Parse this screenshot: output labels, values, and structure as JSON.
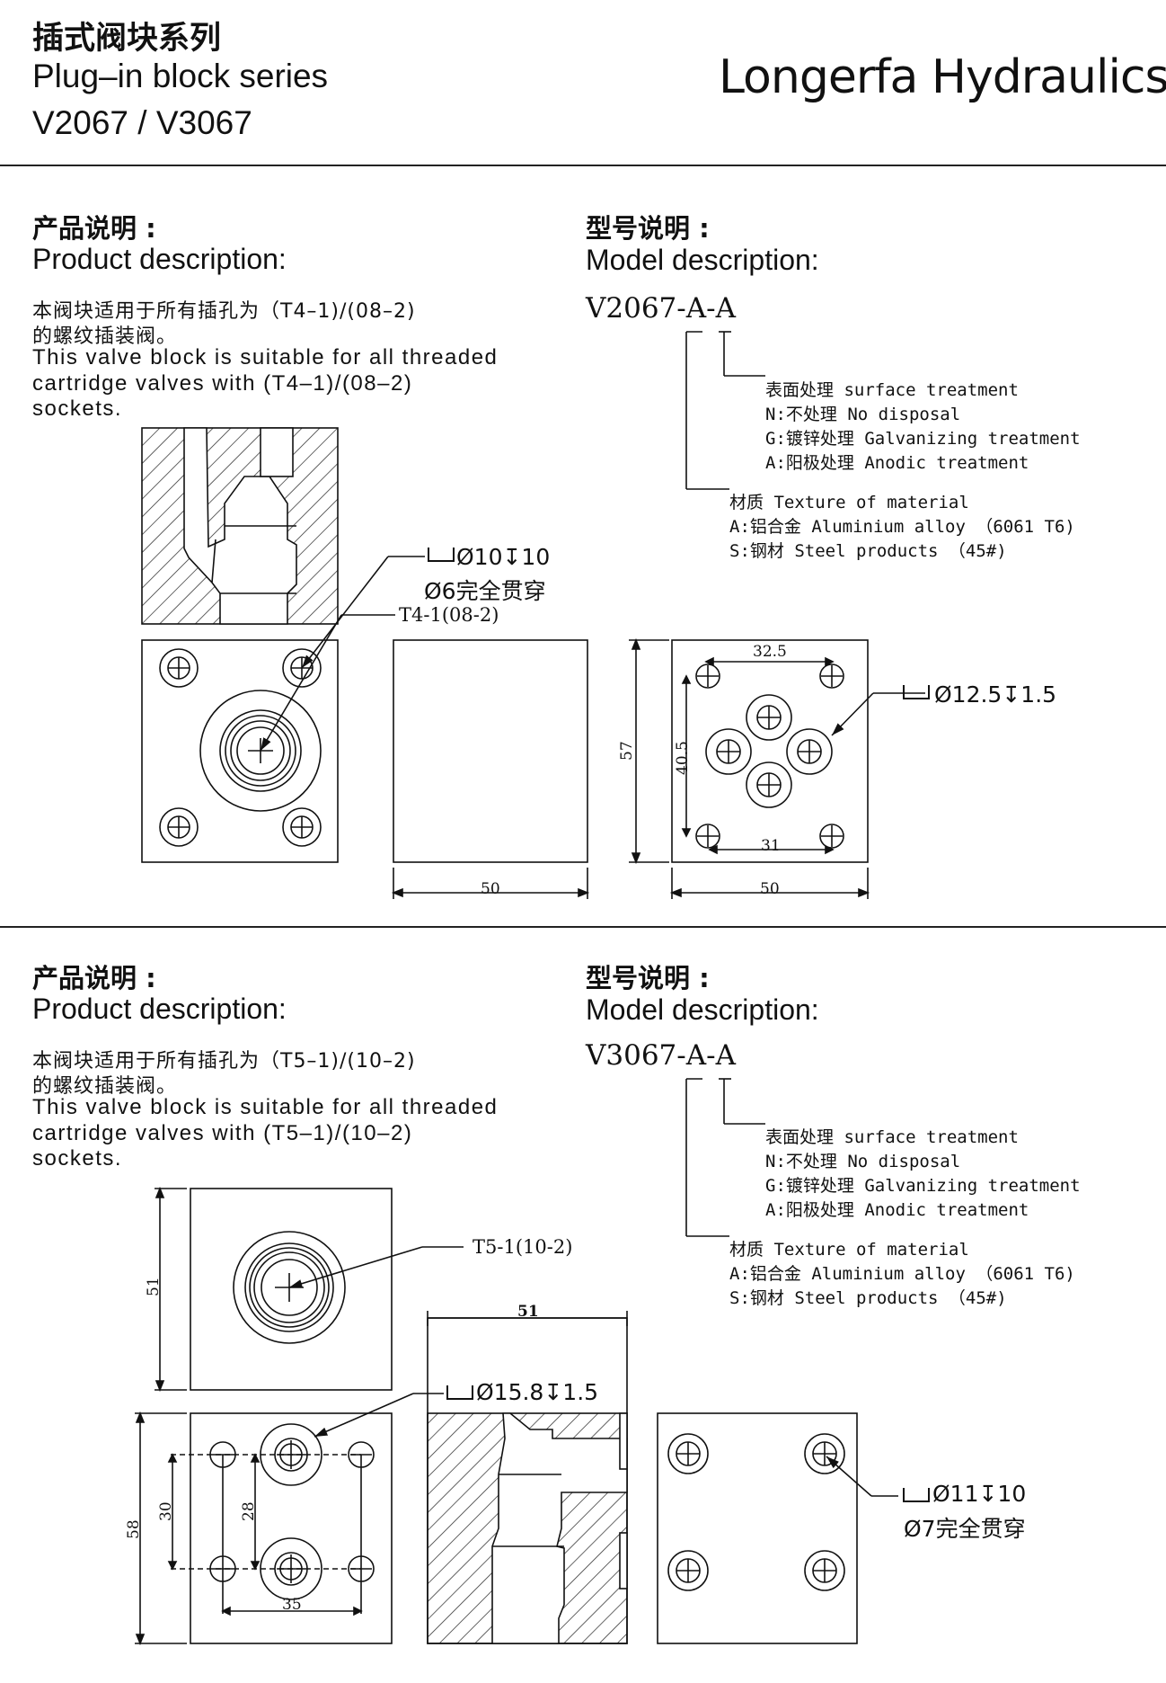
{
  "header": {
    "title_cn": "插式阀块系列",
    "title_en": "Plug–in block series",
    "models": "V2067 / V3067",
    "brand": "Longerfa Hydraulics"
  },
  "section1": {
    "product_heading_cn": "产品说明 :",
    "product_heading_en": "Product description:",
    "desc_cn_line1": "本阀块适用于所有插孔为（T4–1)/(08–2)",
    "desc_cn_line2": "的螺纹插装阀。",
    "desc_en_line1": "This valve block is suitable for all threaded",
    "desc_en_line2": "cartridge   valves   with   (T4–1)/(08–2)",
    "desc_en_line3": "sockets.",
    "model_heading_cn": "型号说明 :",
    "model_heading_en": "Model description:",
    "model_code": "V2067-A-A",
    "surface_title": "表面处理 surface treatment",
    "surface_n": "N:不处理 No disposal",
    "surface_g": "G:镀锌处理 Galvanizing treatment",
    "surface_a": "A:阳极处理 Anodic treatment",
    "material_title": "材质 Texture of material",
    "material_a": "A:铝合金 Aluminium alloy （6061 T6)",
    "material_s": "S:钢材 Steel products （45#)",
    "callout_hole": "Ø10↧10",
    "callout_through": "Ø6完全贯穿",
    "callout_port": "T4-1(08-2)",
    "callout_counterbore": "Ø12.5↧1.5",
    "dim_width_side": "50",
    "dim_width_back": "50",
    "dim_height": "57",
    "dim_h_spacing_top": "32.5",
    "dim_h_spacing_bottom": "31",
    "dim_v_spacing": "40.5"
  },
  "section2": {
    "product_heading_cn": "产品说明 :",
    "product_heading_en": "Product description:",
    "desc_cn_line1": "本阀块适用于所有插孔为（T5–1)/(10–2)",
    "desc_cn_line2": "的螺纹插装阀。",
    "desc_en_line1": "This valve block is suitable for all threaded",
    "desc_en_line2": "cartridge   valves   with   (T5–1)/(10–2)",
    "desc_en_line3": "sockets.",
    "model_heading_cn": "型号说明 :",
    "model_heading_en": "Model description:",
    "model_code": "V3067-A-A",
    "surface_title": "表面处理 surface treatment",
    "surface_n": "N:不处理 No disposal",
    "surface_g": "G:镀锌处理 Galvanizing treatment",
    "surface_a": "A:阳极处理 Anodic treatment",
    "material_title": "材质 Texture of material",
    "material_a": "A:铝合金 Aluminium alloy （6061 T6)",
    "material_s": "S:钢材 Steel products （45#)",
    "callout_port": "T5-1(10-2)",
    "callout_counterbore": "Ø15.8↧1.5",
    "callout_hole": "Ø11↧10",
    "callout_through": "Ø7完全贯穿",
    "dim_top_height": "51",
    "dim_section_width": "51",
    "dim_height": "58",
    "dim_v_outer": "30",
    "dim_v_inner": "28",
    "dim_h_spacing": "35"
  }
}
